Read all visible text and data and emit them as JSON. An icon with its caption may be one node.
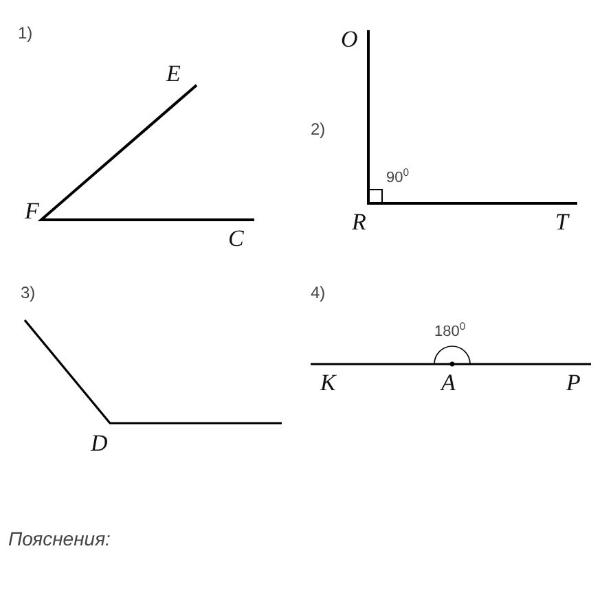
{
  "diagram": {
    "labels": [
      "1)",
      "E",
      "F",
      "C",
      "O",
      "2)",
      "90$^{0}$",
      "R",
      "T",
      "3)",
      "D",
      "4)",
      "180$^{0}$",
      "K",
      "A",
      "P",
      "Пояснения:"
    ]
  }
}
